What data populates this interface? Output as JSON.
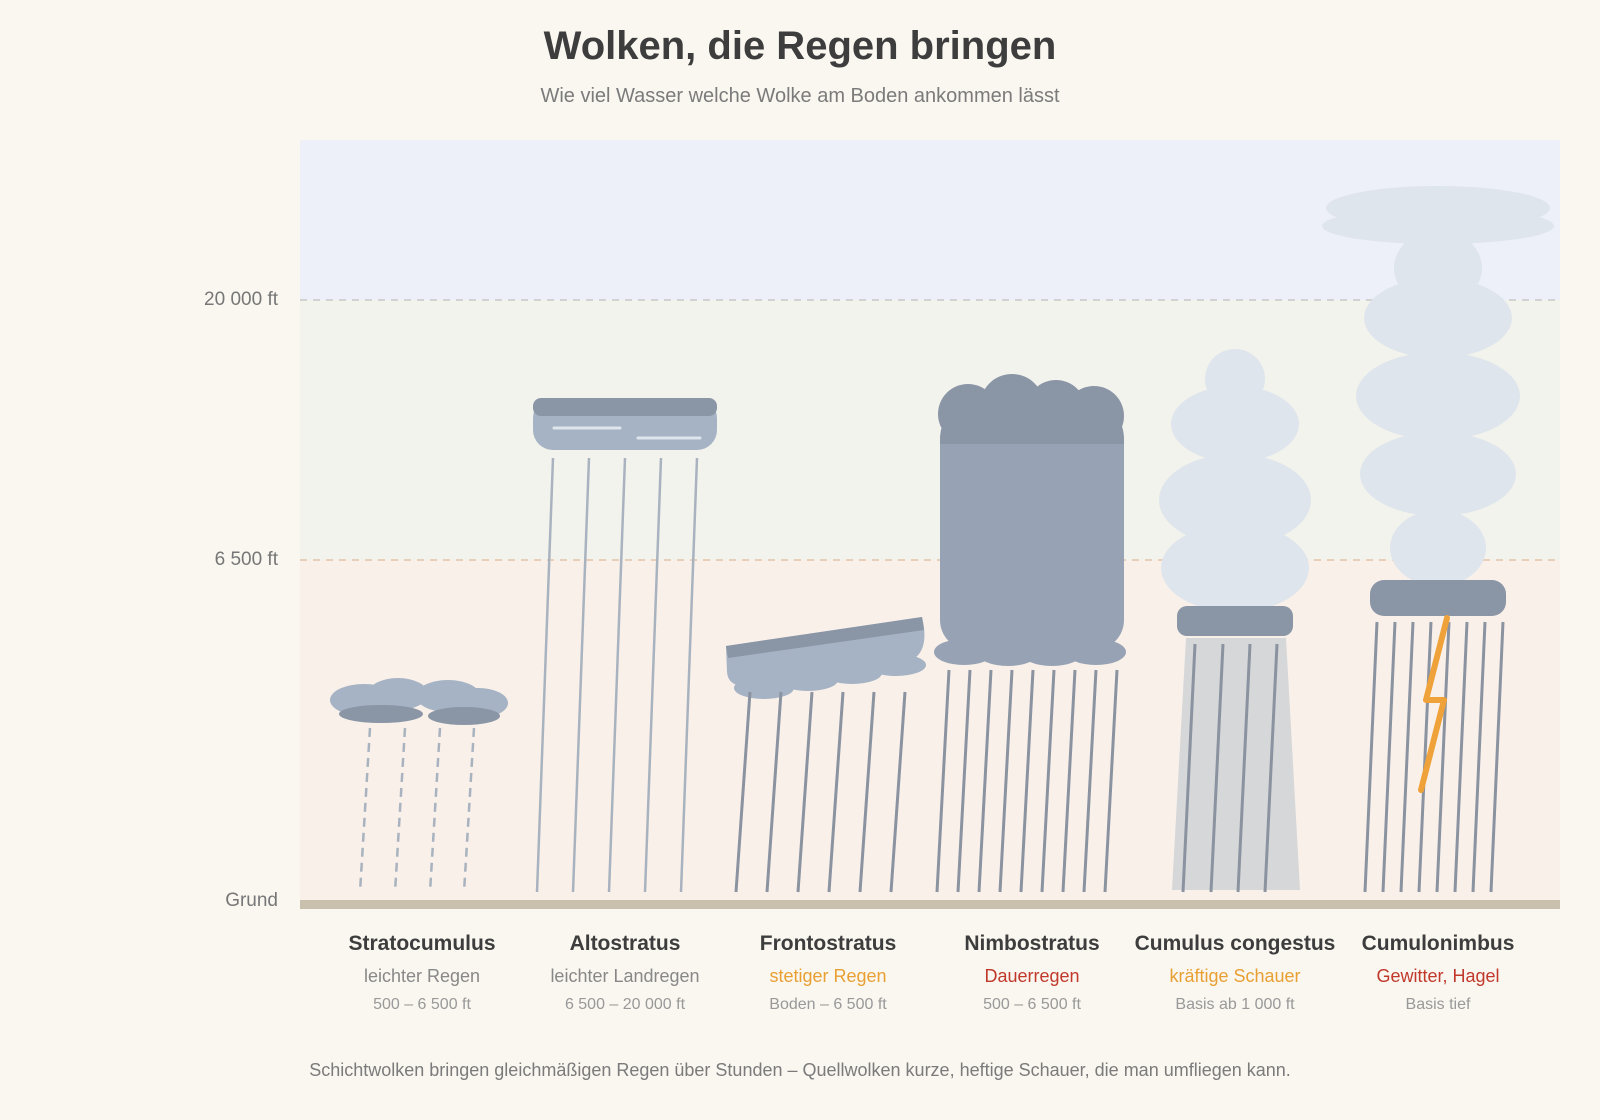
{
  "title": "Wolken, die Regen bringen",
  "subtitle": "Wie viel Wasser welche Wolke am Boden ankommen lässt",
  "axis": {
    "top": "20 000 ft",
    "middle": "6 500 ft",
    "ground": "Grund"
  },
  "clouds": [
    {
      "name": "Stratocumulus",
      "precip": "leichter Regen",
      "altitude": "500 – 6 500 ft",
      "color": "#888888"
    },
    {
      "name": "Altostratus",
      "precip": "leichter Landregen",
      "altitude": "6 500 – 20 000 ft",
      "color": "#888888"
    },
    {
      "name": "Frontostratus",
      "precip": "stetiger Regen",
      "altitude": "Boden – 6 500 ft",
      "color": "#e8a033"
    },
    {
      "name": "Nimbostratus",
      "precip": "Dauerregen",
      "altitude": "500 – 6 500 ft",
      "color": "#c0392b"
    },
    {
      "name": "Cumulus congestus",
      "precip": "kräftige Schauer",
      "altitude": "Basis ab 1 000 ft",
      "color": "#e8a033"
    },
    {
      "name": "Cumulonimbus",
      "precip": "Gewitter, Hagel",
      "altitude": "Basis tief",
      "color": "#c0392b"
    }
  ],
  "footer": "Schichtwolken bringen gleichmäßigen Regen über Stunden – Quellwolken kurze, heftige Schauer, die man umfliegen kann.",
  "colors": {
    "band_high": "#edf0f8",
    "band_mid": "#f3f3ed",
    "band_low": "#f9f0ea",
    "ground": "#c9c1ae",
    "cloud_light": "#a6b3c4",
    "cloud_dark": "#8a95a6",
    "cloud_pale": "#dfe5ec",
    "rain": "#a9b3bf",
    "rain_heavy": "#8a939f",
    "lightning": "#f0a23a"
  }
}
